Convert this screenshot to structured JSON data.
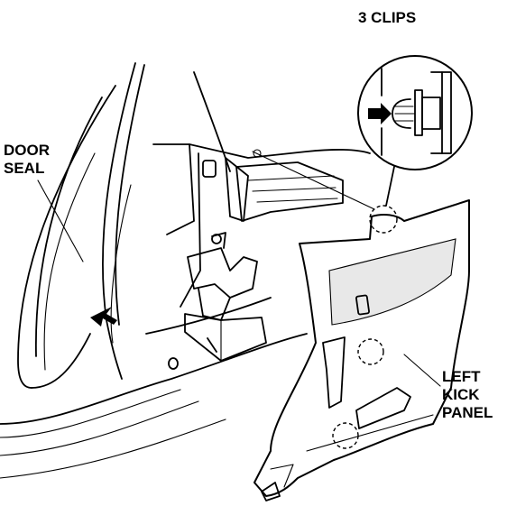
{
  "labels": {
    "door_seal": [
      "DOOR",
      "SEAL"
    ],
    "clips": "3 CLIPS",
    "kick_panel": [
      "LEFT",
      "KICK",
      "PANEL"
    ]
  },
  "colors": {
    "line": "#000000",
    "background": "#ffffff",
    "shade": "#e8e8e8"
  }
}
